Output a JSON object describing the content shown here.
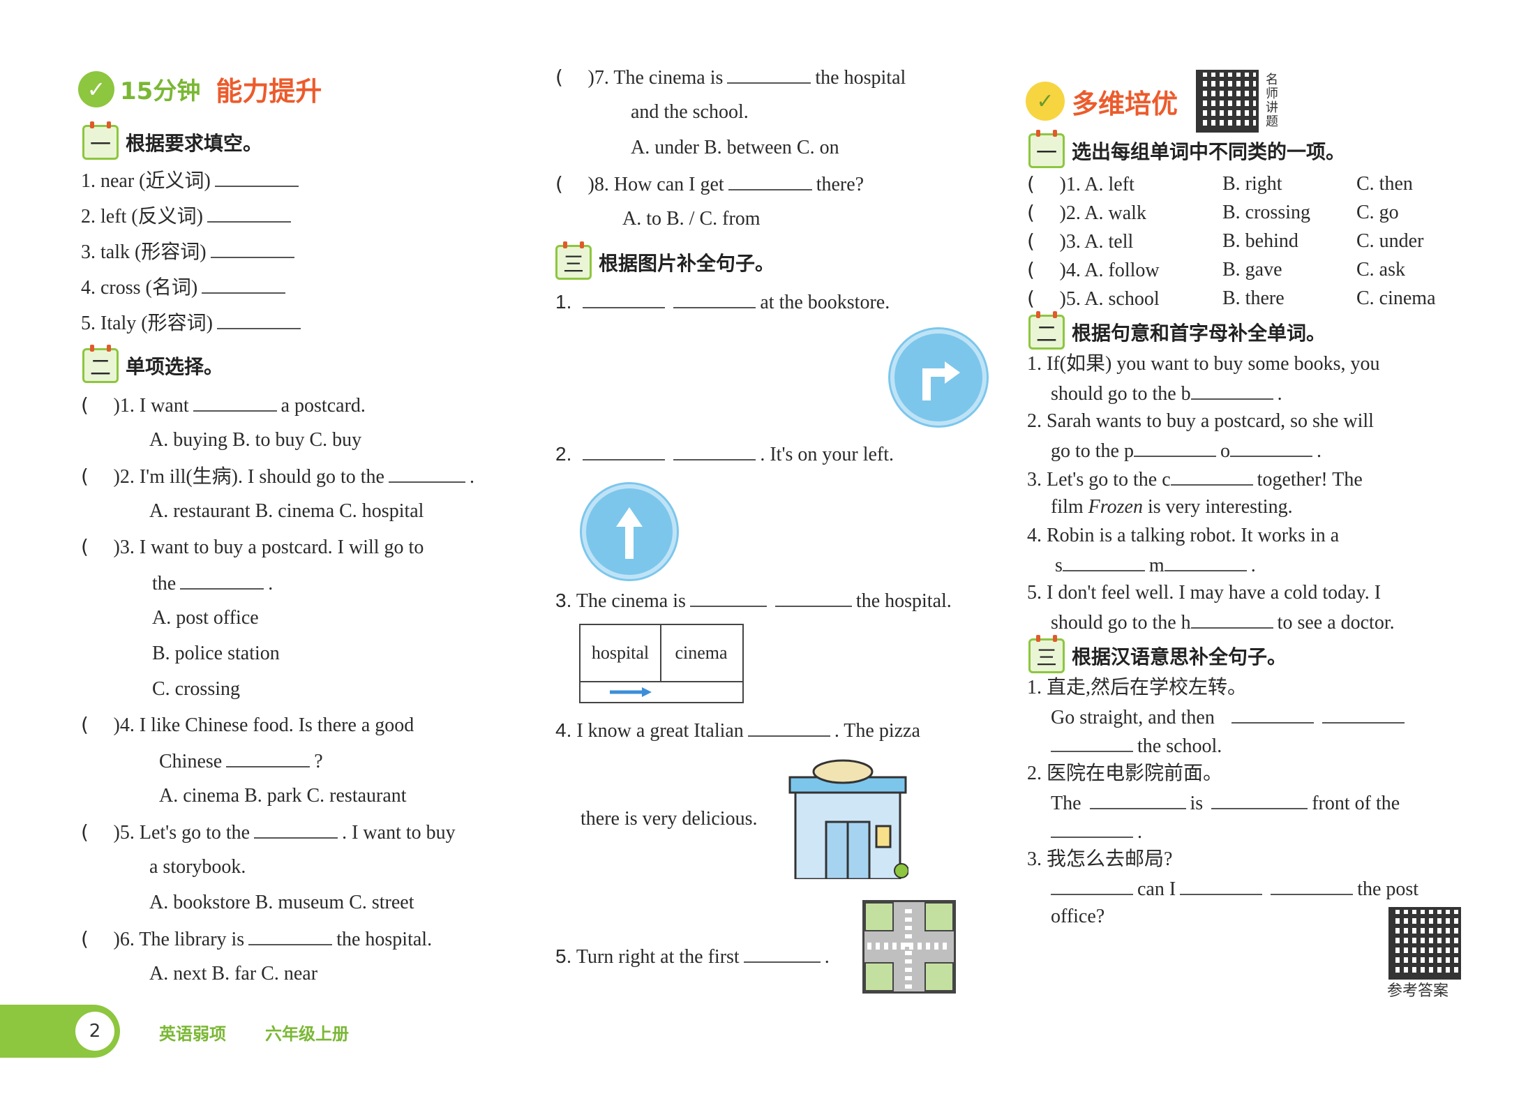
{
  "header": {
    "badge_text": "✓",
    "brand_minutes": "15分钟",
    "brand_title": "能力提升",
    "bulb_text": "✓",
    "right_title": "多维培优",
    "qr_top_label": [
      "名",
      "师",
      "讲",
      "题"
    ],
    "qr_bottom_label": "参考答案"
  },
  "col1": {
    "s1": {
      "num": "一",
      "title": "根据要求填空。"
    },
    "s1_items": [
      "1. near (近义词)",
      "2. left (反义词)",
      "3. talk (形容词)",
      "4. cross (名词)",
      "5. Italy (形容词)"
    ],
    "s2": {
      "num": "二",
      "title": "单项选择。"
    },
    "q1": {
      "a": ")1. I want",
      "b": "a postcard.",
      "opts": "A. buying      B. to buy    C. buy"
    },
    "q2": {
      "a": ")2. I'm ill(生病). I should go to the",
      "b": ".",
      "opts": "A. restaurant B. cinema    C. hospital"
    },
    "q3": {
      "a": ")3.  I  want  to  buy  a  postcard.  I  will  go  to",
      "b": "the",
      "c": ".",
      "o1": "A. post office",
      "o2": "B. police station",
      "o3": "C. crossing"
    },
    "q4": {
      "a": ")4.  I  like  Chinese  food.  Is  there  a  good",
      "b": "Chinese",
      "c": "?",
      "opts": "A. cinema   B. park       C. restaurant"
    },
    "q5": {
      "a": ")5. Let's go to the",
      "b": ". I want to buy",
      "c": "a storybook.",
      "opts": "A. bookstore  B. museum  C. street"
    },
    "q6": {
      "a": ")6. The library is",
      "b": "the hospital.",
      "opts": "A. next        B. far          C. near"
    }
  },
  "col2": {
    "q7": {
      "a": ")7.  The  cinema  is",
      "b": "the  hospital",
      "c": "and the school.",
      "opts": "A. under      B. between C. on"
    },
    "q8": {
      "a": ")8. How can I get",
      "b": "there?",
      "opts": "A. to           B. /            C. from"
    },
    "s3": {
      "num": "三",
      "title": "根据图片补全句子。"
    },
    "p1": {
      "n": "1.",
      "text": "at the bookstore."
    },
    "p2": {
      "n": "2.",
      "text": ". It's on your left."
    },
    "p3": {
      "n": "3.",
      "a": "The cinema is",
      "b": "the hospital."
    },
    "map": {
      "left": "hospital",
      "right": "cinema"
    },
    "p4": {
      "n": "4.",
      "a": "I  know  a  great  Italian",
      "b": ".  The  pizza",
      "c": "there is very delicious."
    },
    "p5": {
      "n": "5.",
      "a": "Turn right at the first",
      "b": "."
    }
  },
  "col3": {
    "s1": {
      "num": "一",
      "title": "选出每组单词中不同类的一项。"
    },
    "rows": [
      {
        "n": ")1. A. left",
        "b": "B. right",
        "c": "C. then"
      },
      {
        "n": ")2. A. walk",
        "b": "B. crossing",
        "c": "C. go"
      },
      {
        "n": ")3. A. tell",
        "b": "B. behind",
        "c": "C. under"
      },
      {
        "n": ")4. A. follow",
        "b": "B. gave",
        "c": "C. ask"
      },
      {
        "n": ")5. A. school",
        "b": "B. there",
        "c": "C. cinema"
      }
    ],
    "s2": {
      "num": "二",
      "title": "根据句意和首字母补全单词。"
    },
    "f1a": "1. If(如果) you want to buy some books, you",
    "f1b": "should go to the b",
    "f2a": "2. Sarah  wants  to  buy  a  postcard,  so  she  will",
    "f2b": "go to the p",
    "f2c": "o",
    "f3a": "3. Let's  go  to  the  c",
    "f3b": "together!  The",
    "f3c": "film",
    "f3d": "Frozen",
    "f3e": "is very interesting.",
    "f4a": "4. Robin  is  a  talking  robot.  It  works  in  a",
    "f4b": "s",
    "f4c": "m",
    "f5a": "5. I  don't  feel  well.  I  may  have  a  cold  today.  I",
    "f5b": "should go to the h",
    "f5c": "to see a doctor.",
    "s3": {
      "num": "三",
      "title": "根据汉语意思补全句子。"
    },
    "t1a": "1. 直走,然后在学校左转。",
    "t1b": "Go  straight,  and  then",
    "t1c": "the school.",
    "t2a": "2. 医院在电影院前面。",
    "t2b": "The",
    "t2c": "is",
    "t2d": "front  of  the",
    "t3a": "3. 我怎么去邮局?",
    "t3b": "can I",
    "t3c": "the post",
    "t3d": "office?"
  },
  "footer": {
    "page": "2",
    "subject": "英语弱项",
    "grade": "六年级上册"
  }
}
